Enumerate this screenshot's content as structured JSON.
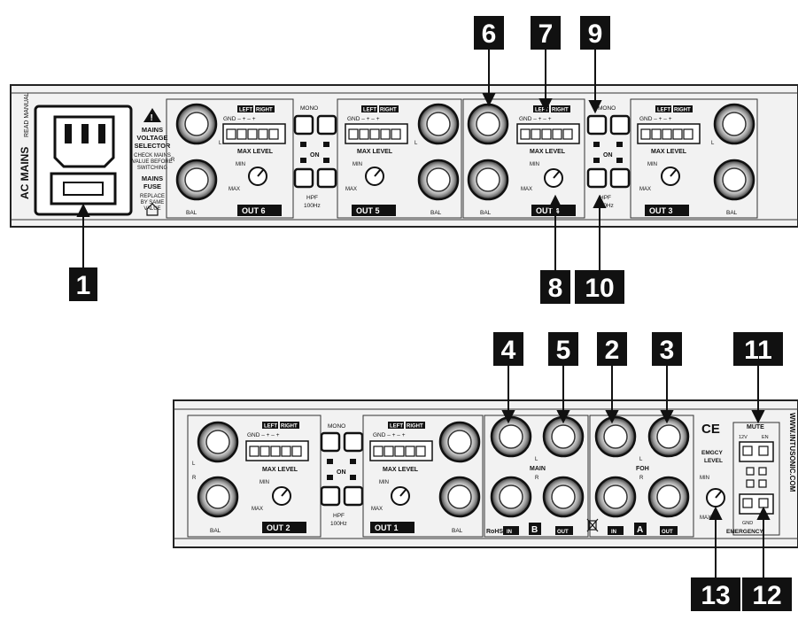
{
  "callouts": {
    "c1": "1",
    "c2": "2",
    "c3": "3",
    "c4": "4",
    "c5": "5",
    "c6": "6",
    "c7": "7",
    "c8": "8",
    "c9": "9",
    "c10": "10",
    "c11": "11",
    "c12": "12",
    "c13": "13"
  },
  "top_panel": {
    "ac_mains": "AC MAINS",
    "read_manual": "READ MANUAL",
    "mains_voltage_selector": [
      "MAINS",
      "VOLTAGE",
      "SELECTOR"
    ],
    "check_mains": [
      "CHECK MAINS",
      "VALUE BEFORE",
      "SWITCHING"
    ],
    "mains_fuse": [
      "MAINS",
      "FUSE"
    ],
    "replace": [
      "REPLACE",
      "BY SAME",
      "VALUE"
    ],
    "out6": "OUT 6",
    "out5": "OUT 5",
    "out4": "OUT 4",
    "out3": "OUT 3"
  },
  "bottom_panel": {
    "out2": "OUT 2",
    "out1": "OUT 1",
    "main": "MAIN",
    "foh": "FOH",
    "b": "B",
    "a": "A",
    "in": "IN",
    "out": "OUT",
    "rohs": "RoHS",
    "ce": "CE",
    "emgcy_level": [
      "EMGCY",
      "LEVEL"
    ],
    "mute": "MUTE",
    "v12": "12V",
    "en": "EN",
    "emergency": "EMERGENCY",
    "gnd": "GND",
    "website": "WWW.INTUSONIC.COM"
  },
  "common": {
    "left": "LEFT",
    "right": "RIGHT",
    "gnd_pins": "GND –  +  –  +",
    "max_level": "MAX LEVEL",
    "min": "MIN",
    "max": "MAX",
    "mono": "MONO",
    "on": "ON",
    "hpf": "HPF",
    "hz": "100Hz",
    "bal": "BAL",
    "l": "L",
    "r": "R"
  }
}
